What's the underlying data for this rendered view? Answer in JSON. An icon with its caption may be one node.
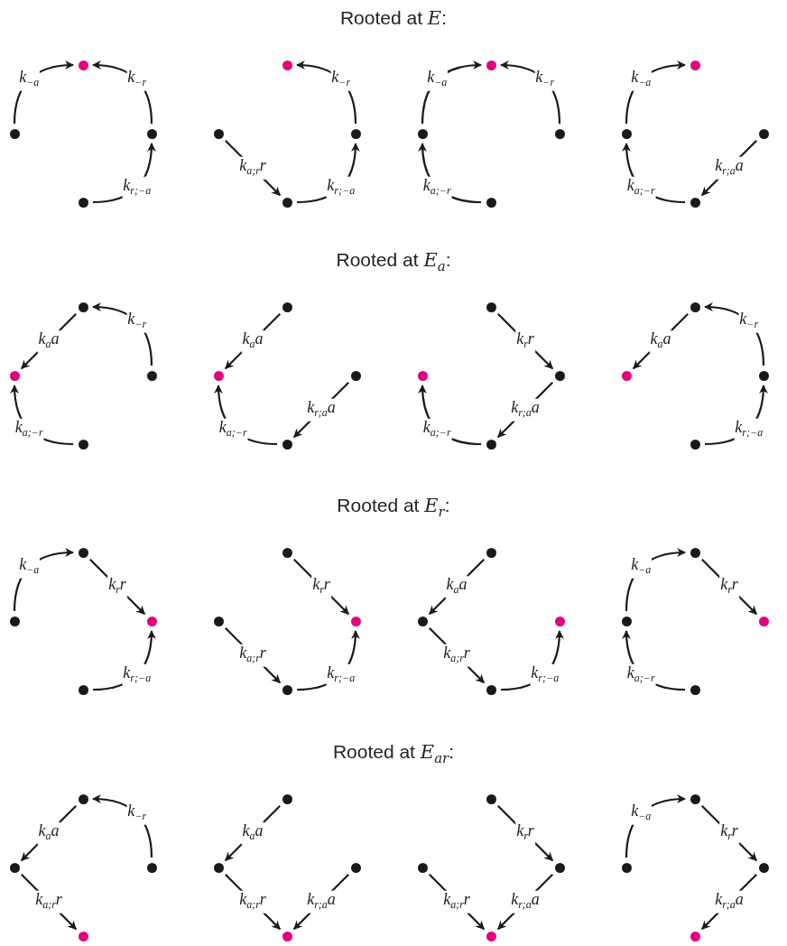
{
  "diagram": {
    "nodes": [
      {
        "text": [],
        "shape": "circle"
      },
      {
        "text": [],
        "shape": "circle"
      },
      {
        "text": [],
        "shape": "circle"
      },
      {
        "text": [],
        "shape": "circle"
      },
      {
        "text": [],
        "shape": "circle"
      },
      {
        "text": [],
        "shape": "circle"
      },
      {
        "text": [],
        "shape": "circle"
      },
      {
        "text": [],
        "shape": "circle"
      },
      {
        "text": [],
        "shape": "circle"
      },
      {
        "text": [],
        "shape": "circle"
      },
      {
        "text": [],
        "shape": "circle"
      },
      {
        "text": [],
        "shape": "circle"
      },
      {
        "text": [],
        "shape": "circle"
      },
      {
        "text": [],
        "shape": "circle"
      },
      {
        "text": [],
        "shape": "circle"
      },
      {
        "text": [],
        "shape": "circle"
      },
      {
        "text": [],
        "shape": "circle"
      },
      {
        "text": [],
        "shape": "circle"
      },
      {
        "text": [],
        "shape": "circle"
      },
      {
        "text": [],
        "shape": "circle"
      },
      {
        "text": [],
        "shape": "circle"
      },
      {
        "text": [],
        "shape": "circle"
      },
      {
        "text": [],
        "shape": "circle"
      },
      {
        "text": [],
        "shape": "circle"
      },
      {
        "text": [],
        "shape": "circle"
      },
      {
        "text": [],
        "shape": "circle"
      },
      {
        "text": [],
        "shape": "circle"
      },
      {
        "text": [],
        "shape": "circle"
      },
      {
        "text": [],
        "shape": "circle"
      },
      {
        "text": [],
        "shape": "circle"
      },
      {
        "text": [],
        "shape": "circle"
      },
      {
        "text": [],
        "shape": "circle"
      },
      {
        "text": [],
        "shape": "circle"
      },
      {
        "text": [],
        "shape": "circle"
      },
      {
        "text": [],
        "shape": "circle"
      },
      {
        "text": [],
        "shape": "circle"
      },
      {
        "text": [],
        "shape": "circle"
      },
      {
        "text": [],
        "shape": "circle"
      },
      {
        "text": [],
        "shape": "circle"
      },
      {
        "text": [],
        "shape": "circle"
      },
      {
        "text": [],
        "shape": "circle"
      },
      {
        "text": [],
        "shape": "circle"
      },
      {
        "text": [],
        "shape": "circle"
      },
      {
        "text": [],
        "shape": "circle"
      },
      {
        "text": [],
        "shape": "circle"
      },
      {
        "text": [],
        "shape": "circle"
      },
      {
        "text": [],
        "shape": "circle"
      },
      {
        "text": [],
        "shape": "circle"
      },
      {
        "text": [],
        "shape": "circle"
      },
      {
        "text": [],
        "shape": "circle"
      },
      {
        "text": [],
        "shape": "circle"
      },
      {
        "text": [],
        "shape": "circle"
      },
      {
        "text": [],
        "shape": "circle"
      },
      {
        "text": [],
        "shape": "circle"
      },
      {
        "text": [],
        "shape": "circle"
      },
      {
        "text": [],
        "shape": "circle"
      },
      {
        "text": [],
        "shape": "circle"
      },
      {
        "text": [],
        "shape": "circle"
      },
      {
        "text": [],
        "shape": "circle"
      },
      {
        "text": [],
        "shape": "circle"
      },
      {
        "text": [],
        "shape": "circle"
      },
      {
        "text": [],
        "shape": "circle"
      },
      {
        "text": [],
        "shape": "circle"
      },
      {
        "text": [],
        "shape": "circle"
      }
    ],
    "edges": [
      {
        "from": 1,
        "to": 0,
        "arrow": "to",
        "label": "k$_{−a}$"
      },
      {
        "from": 2,
        "to": 0,
        "arrow": "to",
        "label": "k$_{−r}$"
      },
      {
        "from": 3,
        "to": 2,
        "arrow": "to",
        "label": "k$_{r;−a}$"
      },
      {
        "from": 6,
        "to": 4,
        "arrow": "to",
        "label": "k$_{−r}$"
      },
      {
        "from": 5,
        "to": 7,
        "arrow": "to",
        "label": "k$_{a;r}$r"
      },
      {
        "from": 7,
        "to": 6,
        "arrow": "to",
        "label": "k$_{r;−a}$"
      },
      {
        "from": 9,
        "to": 8,
        "arrow": "to",
        "label": "k$_{−a}$"
      },
      {
        "from": 10,
        "to": 8,
        "arrow": "to",
        "label": "k$_{−r}$"
      },
      {
        "from": 11,
        "to": 9,
        "arrow": "to",
        "label": "k$_{a;−r}$"
      },
      {
        "from": 13,
        "to": 12,
        "arrow": "to",
        "label": "k$_{−a}$"
      },
      {
        "from": 15,
        "to": 13,
        "arrow": "to",
        "label": "k$_{a;−r}$"
      },
      {
        "from": 14,
        "to": 15,
        "arrow": "to",
        "label": "k$_{r;a}$a"
      },
      {
        "from": 16,
        "to": 17,
        "arrow": "to",
        "label": "k$_{a}$a"
      },
      {
        "from": 18,
        "to": 16,
        "arrow": "to",
        "label": "k$_{−r}$"
      },
      {
        "from": 19,
        "to": 17,
        "arrow": "to",
        "label": "k$_{a;−r}$"
      },
      {
        "from": 20,
        "to": 21,
        "arrow": "to",
        "label": "k$_{a}$a"
      },
      {
        "from": 23,
        "to": 21,
        "arrow": "to",
        "label": "k$_{a;−r}$"
      },
      {
        "from": 22,
        "to": 23,
        "arrow": "to",
        "label": "k$_{r;a}$a"
      },
      {
        "from": 24,
        "to": 26,
        "arrow": "to",
        "label": "k$_{r}$r"
      },
      {
        "from": 26,
        "to": 27,
        "arrow": "to",
        "label": "k$_{r;a}$a"
      },
      {
        "from": 27,
        "to": 25,
        "arrow": "to",
        "label": "k$_{a;−r}$"
      },
      {
        "from": 28,
        "to": 29,
        "arrow": "to",
        "label": "k$_{a}$a"
      },
      {
        "from": 30,
        "to": 28,
        "arrow": "to",
        "label": "k$_{−r}$"
      },
      {
        "from": 31,
        "to": 30,
        "arrow": "to",
        "label": "k$_{r;−a}$"
      },
      {
        "from": 33,
        "to": 32,
        "arrow": "to",
        "label": "k$_{−a}$"
      },
      {
        "from": 32,
        "to": 34,
        "arrow": "to",
        "label": "k$_{r}$r"
      },
      {
        "from": 35,
        "to": 34,
        "arrow": "to",
        "label": "k$_{r;−a}$"
      },
      {
        "from": 36,
        "to": 38,
        "arrow": "to",
        "label": "k$_{r}$r"
      },
      {
        "from": 37,
        "to": 39,
        "arrow": "to",
        "label": "k$_{a;r}$r"
      },
      {
        "from": 39,
        "to": 38,
        "arrow": "to",
        "label": "k$_{r;−a}$"
      },
      {
        "from": 40,
        "to": 41,
        "arrow": "to",
        "label": "k$_{a}$a"
      },
      {
        "from": 41,
        "to": 43,
        "arrow": "to",
        "label": "k$_{a;r}$r"
      },
      {
        "from": 43,
        "to": 42,
        "arrow": "to",
        "label": "k$_{r;−a}$"
      },
      {
        "from": 45,
        "to": 44,
        "arrow": "to",
        "label": "k$_{−a}$"
      },
      {
        "from": 44,
        "to": 46,
        "arrow": "to",
        "label": "k$_{r}$r"
      },
      {
        "from": 47,
        "to": 45,
        "arrow": "to",
        "label": "k$_{a;−r}$"
      },
      {
        "from": 48,
        "to": 49,
        "arrow": "to",
        "label": "k$_{a}$a"
      },
      {
        "from": 50,
        "to": 48,
        "arrow": "to",
        "label": "k$_{−r}$"
      },
      {
        "from": 49,
        "to": 51,
        "arrow": "to",
        "label": "k$_{a;r}$r"
      },
      {
        "from": 52,
        "to": 53,
        "arrow": "to",
        "label": "k$_{a}$a"
      },
      {
        "from": 53,
        "to": 55,
        "arrow": "to",
        "label": "k$_{a;r}$r"
      },
      {
        "from": 54,
        "to": 55,
        "arrow": "to",
        "label": "k$_{r;a}$a"
      },
      {
        "from": 56,
        "to": 58,
        "arrow": "to",
        "label": "k$_{r}$r"
      },
      {
        "from": 57,
        "to": 59,
        "arrow": "to",
        "label": "k$_{a;r}$r"
      },
      {
        "from": 58,
        "to": 59,
        "arrow": "to",
        "label": "k$_{r;a}$a"
      },
      {
        "from": 61,
        "to": 60,
        "arrow": "to",
        "label": "k$_{−a}$"
      },
      {
        "from": 60,
        "to": 62,
        "arrow": "to",
        "label": "k$_{r}$r"
      },
      {
        "from": 62,
        "to": 63,
        "arrow": "to",
        "label": "k$_{r;a}$a"
      }
    ],
    "labels": [
      "Rooted at *E*:",
      "Rooted at *E*$_{a}$:",
      "Rooted at *E*$_{r}$:",
      "Rooted at *E*$_{ar}$:"
    ]
  }
}
